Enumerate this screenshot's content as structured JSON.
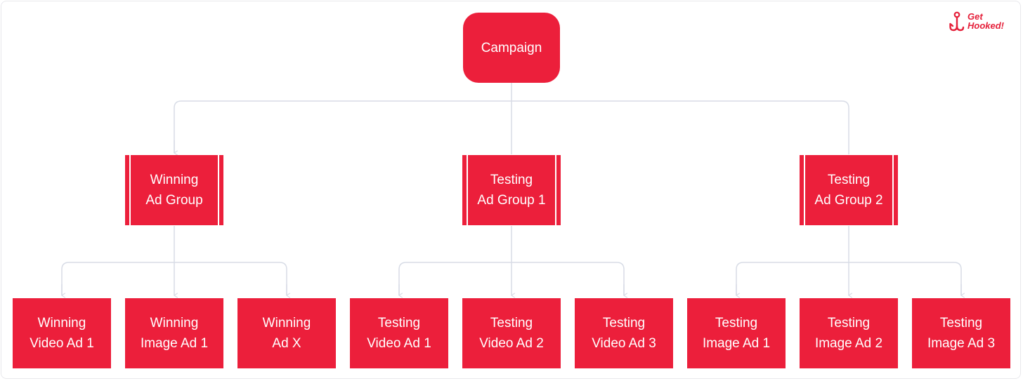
{
  "brand": {
    "line1": "Get",
    "line2": "Hooked!"
  },
  "colors": {
    "node_fill": "#ec1f3b",
    "node_text": "#ffffff",
    "connector": "#d8dce6",
    "logo": "#e5203a"
  },
  "diagram": {
    "root": {
      "line1": "Campaign"
    },
    "groups": [
      {
        "line1": "Winning",
        "line2": "Ad Group"
      },
      {
        "line1": "Testing",
        "line2": "Ad Group 1"
      },
      {
        "line1": "Testing",
        "line2": "Ad Group 2"
      }
    ],
    "ads": [
      {
        "line1": "Winning",
        "line2": "Video Ad 1"
      },
      {
        "line1": "Winning",
        "line2": "Image Ad 1"
      },
      {
        "line1": "Winning",
        "line2": "Ad X"
      },
      {
        "line1": "Testing",
        "line2": "Video Ad 1"
      },
      {
        "line1": "Testing",
        "line2": "Video Ad 2"
      },
      {
        "line1": "Testing",
        "line2": "Video Ad 3"
      },
      {
        "line1": "Testing",
        "line2": "Image Ad 1"
      },
      {
        "line1": "Testing",
        "line2": "Image Ad 2"
      },
      {
        "line1": "Testing",
        "line2": "Image Ad 3"
      }
    ]
  }
}
